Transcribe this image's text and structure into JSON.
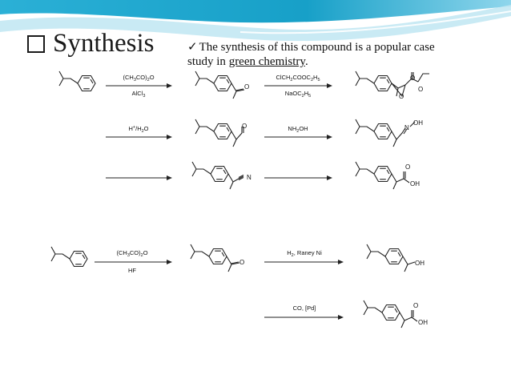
{
  "slide": {
    "title": "Synthesis",
    "note_check": "✓",
    "note_before": "The synthesis of this compound is a popular case study in ",
    "note_link": "green chemistry",
    "note_after": "."
  },
  "colors": {
    "band_dark": "#1aa3c9",
    "band_light": "#bfe6f2",
    "ink": "#111111"
  },
  "icons": {
    "title_bullet": "square-bullet-icon",
    "check": "check-icon"
  },
  "reactions": {
    "boots_route": {
      "step1": {
        "above": "(CH3CO)2O",
        "below": "AlCl3"
      },
      "step2": {
        "above": "ClCH2COOC2H5",
        "below": "NaOC2H5"
      },
      "step3": {
        "above": "H+/H2O"
      },
      "step4": {
        "above": "NH2OH"
      },
      "step5": {},
      "step6": {}
    },
    "bhc_route": {
      "step1": {
        "above": "(CH3CO)2O",
        "below": "HF"
      },
      "step2": {
        "above": "H2, Raney Ni"
      },
      "step3": {
        "above": "CO, [Pd]"
      }
    }
  },
  "labels": {
    "O": "O",
    "OH": "OH",
    "N": "N"
  }
}
